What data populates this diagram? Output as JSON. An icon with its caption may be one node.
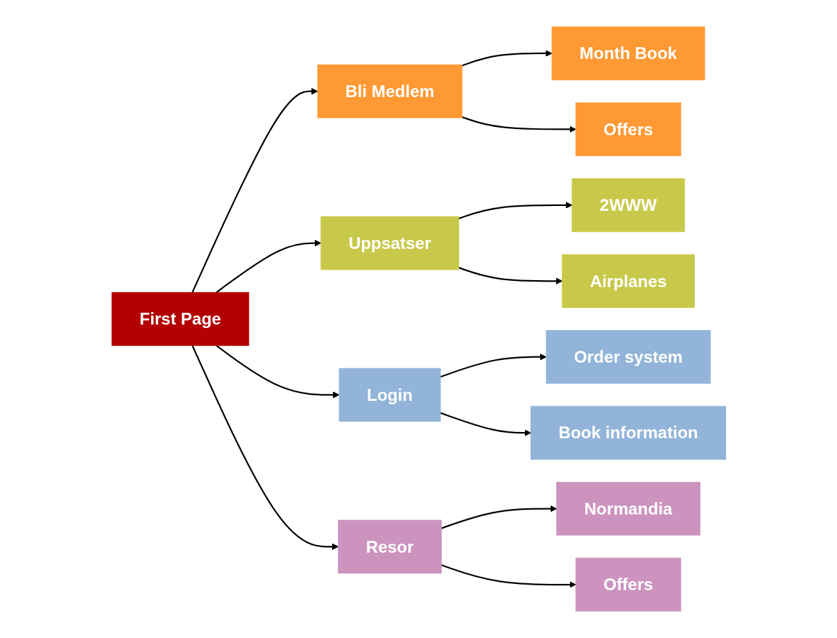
{
  "diagram": {
    "nodes": [
      {
        "text": [
          "First Page"
        ]
      },
      {
        "text": [
          "Bli Medlem"
        ]
      },
      {
        "text": [
          "Month Book"
        ]
      },
      {
        "text": [
          "Offers"
        ]
      },
      {
        "text": [
          "Uppsatser"
        ]
      },
      {
        "text": [
          "2WWW"
        ]
      },
      {
        "text": [
          "Airplanes"
        ]
      },
      {
        "text": [
          "Login"
        ]
      },
      {
        "text": [
          "Order system"
        ]
      },
      {
        "text": [
          "Book information"
        ]
      },
      {
        "text": [
          "Resor"
        ]
      },
      {
        "text": [
          "Normandia"
        ]
      },
      {
        "text": [
          "Offers"
        ]
      }
    ],
    "edges": [
      {
        "from": 0,
        "to": 1,
        "arrow": "to"
      },
      {
        "from": 0,
        "to": 4,
        "arrow": "to"
      },
      {
        "from": 0,
        "to": 7,
        "arrow": "to"
      },
      {
        "from": 0,
        "to": 10,
        "arrow": "to"
      },
      {
        "from": 1,
        "to": 2,
        "arrow": "to"
      },
      {
        "from": 1,
        "to": 3,
        "arrow": "to"
      },
      {
        "from": 4,
        "to": 5,
        "arrow": "to"
      },
      {
        "from": 4,
        "to": 6,
        "arrow": "to"
      },
      {
        "from": 7,
        "to": 8,
        "arrow": "to"
      },
      {
        "from": 7,
        "to": 9,
        "arrow": "to"
      },
      {
        "from": 10,
        "to": 11,
        "arrow": "to"
      },
      {
        "from": 10,
        "to": 12,
        "arrow": "to"
      }
    ]
  }
}
